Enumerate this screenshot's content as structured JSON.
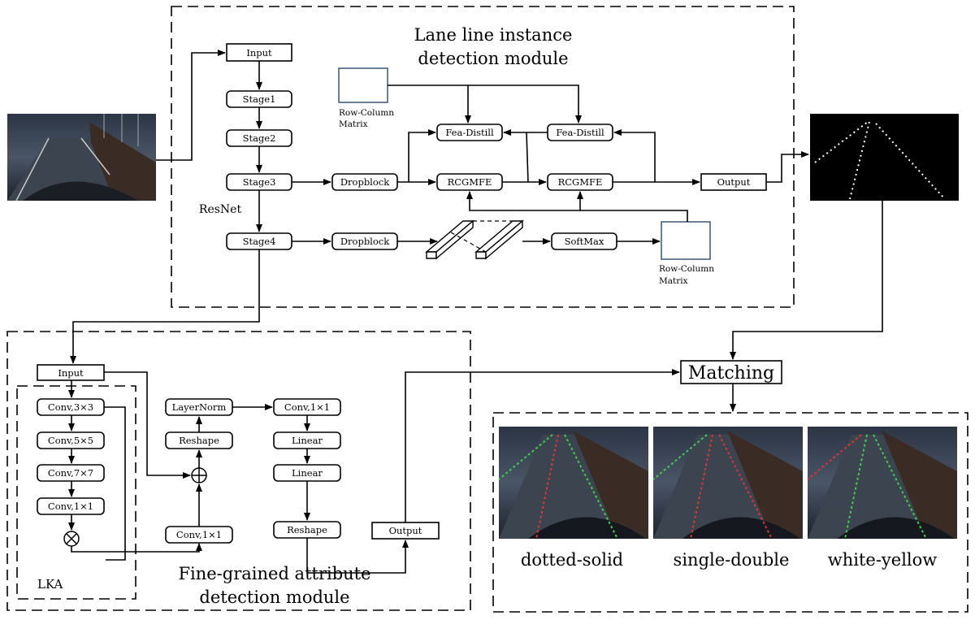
{
  "lane_module": {
    "title_line1": "Lane line instance",
    "title_line2": "detection module",
    "input": "Input",
    "stage1": "Stage1",
    "stage2": "Stage2",
    "stage3": "Stage3",
    "stage4": "Stage4",
    "resnet": "ResNet",
    "dropblock_top": "Dropblock",
    "dropblock_bottom": "Dropblock",
    "fea_distill_1": "Fea-Distill",
    "fea_distill_2": "Fea-Distill",
    "rcgmfe_1": "RCGMFE",
    "rcgmfe_2": "RCGMFE",
    "output": "Output",
    "softmax": "SoftMax",
    "row_col_top_1": "Row-Column",
    "row_col_top_2": "Matrix",
    "row_col_bottom_1": "Row-Column",
    "row_col_bottom_2": "Matrix"
  },
  "attr_module": {
    "title_line1": "Fine-grained attribute",
    "title_line2": "detection module",
    "input": "Input",
    "conv3": "Conv,3×3",
    "conv5": "Conv,5×5",
    "conv7": "Conv,7×7",
    "conv1_a": "Conv,1×1",
    "lka": "LKA",
    "layernorm": "LayerNorm",
    "reshape_a": "Reshape",
    "conv1_b": "Conv,1×1",
    "conv1_c": "Conv,1×1",
    "linear_1": "Linear",
    "linear_2": "Linear",
    "reshape_b": "Reshape",
    "output": "Output"
  },
  "matching": "Matching",
  "results": {
    "cap1": "dotted-solid",
    "cap2": "single-double",
    "cap3": "white-yellow"
  }
}
